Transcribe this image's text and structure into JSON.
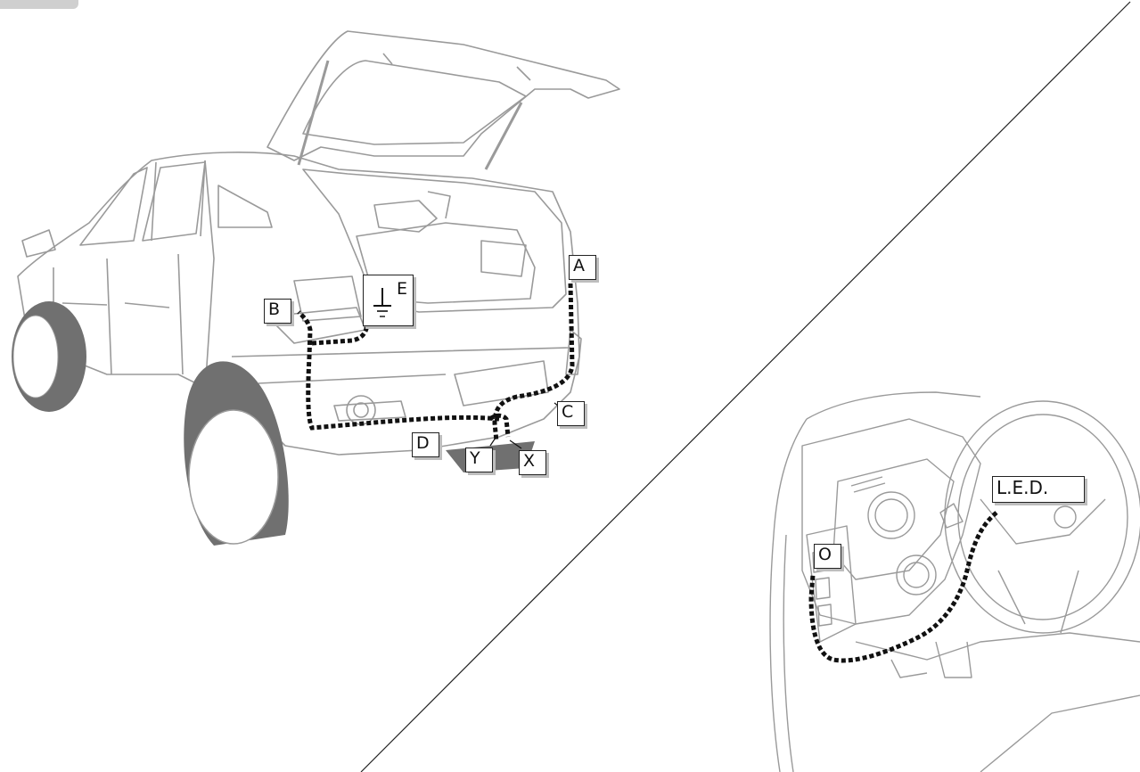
{
  "labels": {
    "A": "A",
    "B": "B",
    "C": "C",
    "D": "D",
    "E": "E",
    "X": "X",
    "Y": "Y",
    "O": "O",
    "LED": "L.E.D."
  },
  "colors": {
    "line": "#9a9a9a",
    "wire": "#111111",
    "tyre": "#707070",
    "shadow": "#bdbdbd"
  }
}
